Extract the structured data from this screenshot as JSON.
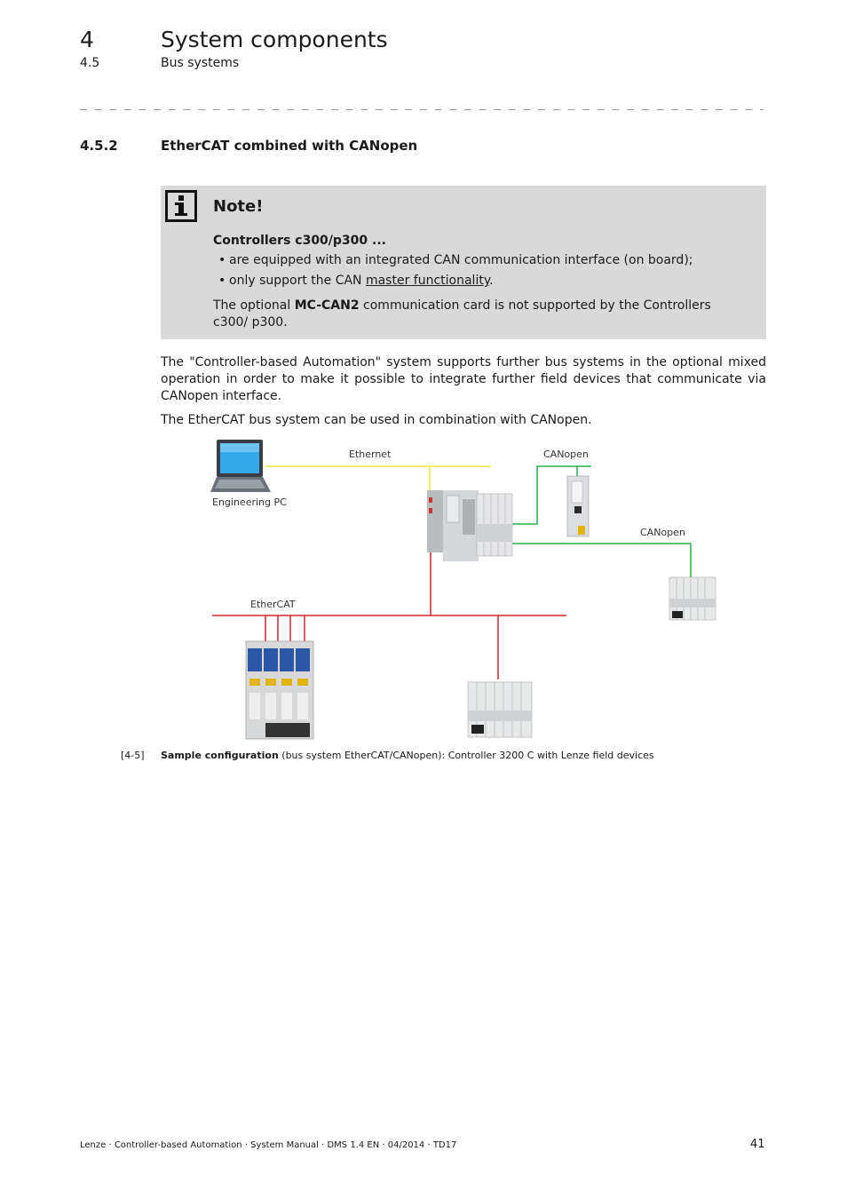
{
  "header": {
    "chapter_number": "4",
    "chapter_title": "System components",
    "section_number": "4.5",
    "section_title": "Bus systems",
    "separator": "_ _ _ _ _ _ _ _ _ _ _ _ _ _ _ _ _ _ _ _ _ _ _ _ _ _ _ _ _ _ _ _ _ _ _ _ _ _ _ _ _ _ _ _ _ _ _ _ _ _ _ _ _ _ _ _ _ _ _ _ _ _ _ _ _"
  },
  "subsection": {
    "number": "4.5.2",
    "title": "EtherCAT combined with CANopen"
  },
  "note": {
    "icon": "info-icon",
    "title": "Note!",
    "subtitle": "Controllers c300/p300 ...",
    "bullet_char": "•",
    "bullets": [
      {
        "text": "are equipped with an integrated CAN communication interface (on board);"
      },
      {
        "before": "only support the CAN ",
        "link": "master functionality",
        "after": "."
      }
    ],
    "para_before": "The optional ",
    "para_bold": "MC-CAN2",
    "para_after": " communication card is not supported by the Controllers c300/ p300."
  },
  "body": {
    "para1": "The \"Controller-based Automation\" system supports further bus systems in the optional mixed operation in order to make it possible to integrate further field devices that communicate via CANopen interface.",
    "para2": "The EtherCAT bus system can be used in combination with CANopen."
  },
  "diagram": {
    "labels": {
      "ethernet": "Ethernet",
      "canopen_1": "CANopen",
      "canopen_2": "CANopen",
      "engineering_pc": "Engineering PC",
      "ethercat": "EtherCAT"
    },
    "colors": {
      "ethernet": "#ecea3a",
      "canopen": "#27b04a",
      "ethercat": "#d7262b"
    }
  },
  "figure": {
    "label": "[4-5]",
    "caption_bold": "Sample configuration",
    "caption_rest": " (bus system EtherCAT/CANopen): Controller 3200 C with Lenze field devices"
  },
  "footer": {
    "text": "Lenze · Controller-based Automation · System Manual · DMS 1.4 EN · 04/2014 · TD17",
    "page_number": "41"
  }
}
